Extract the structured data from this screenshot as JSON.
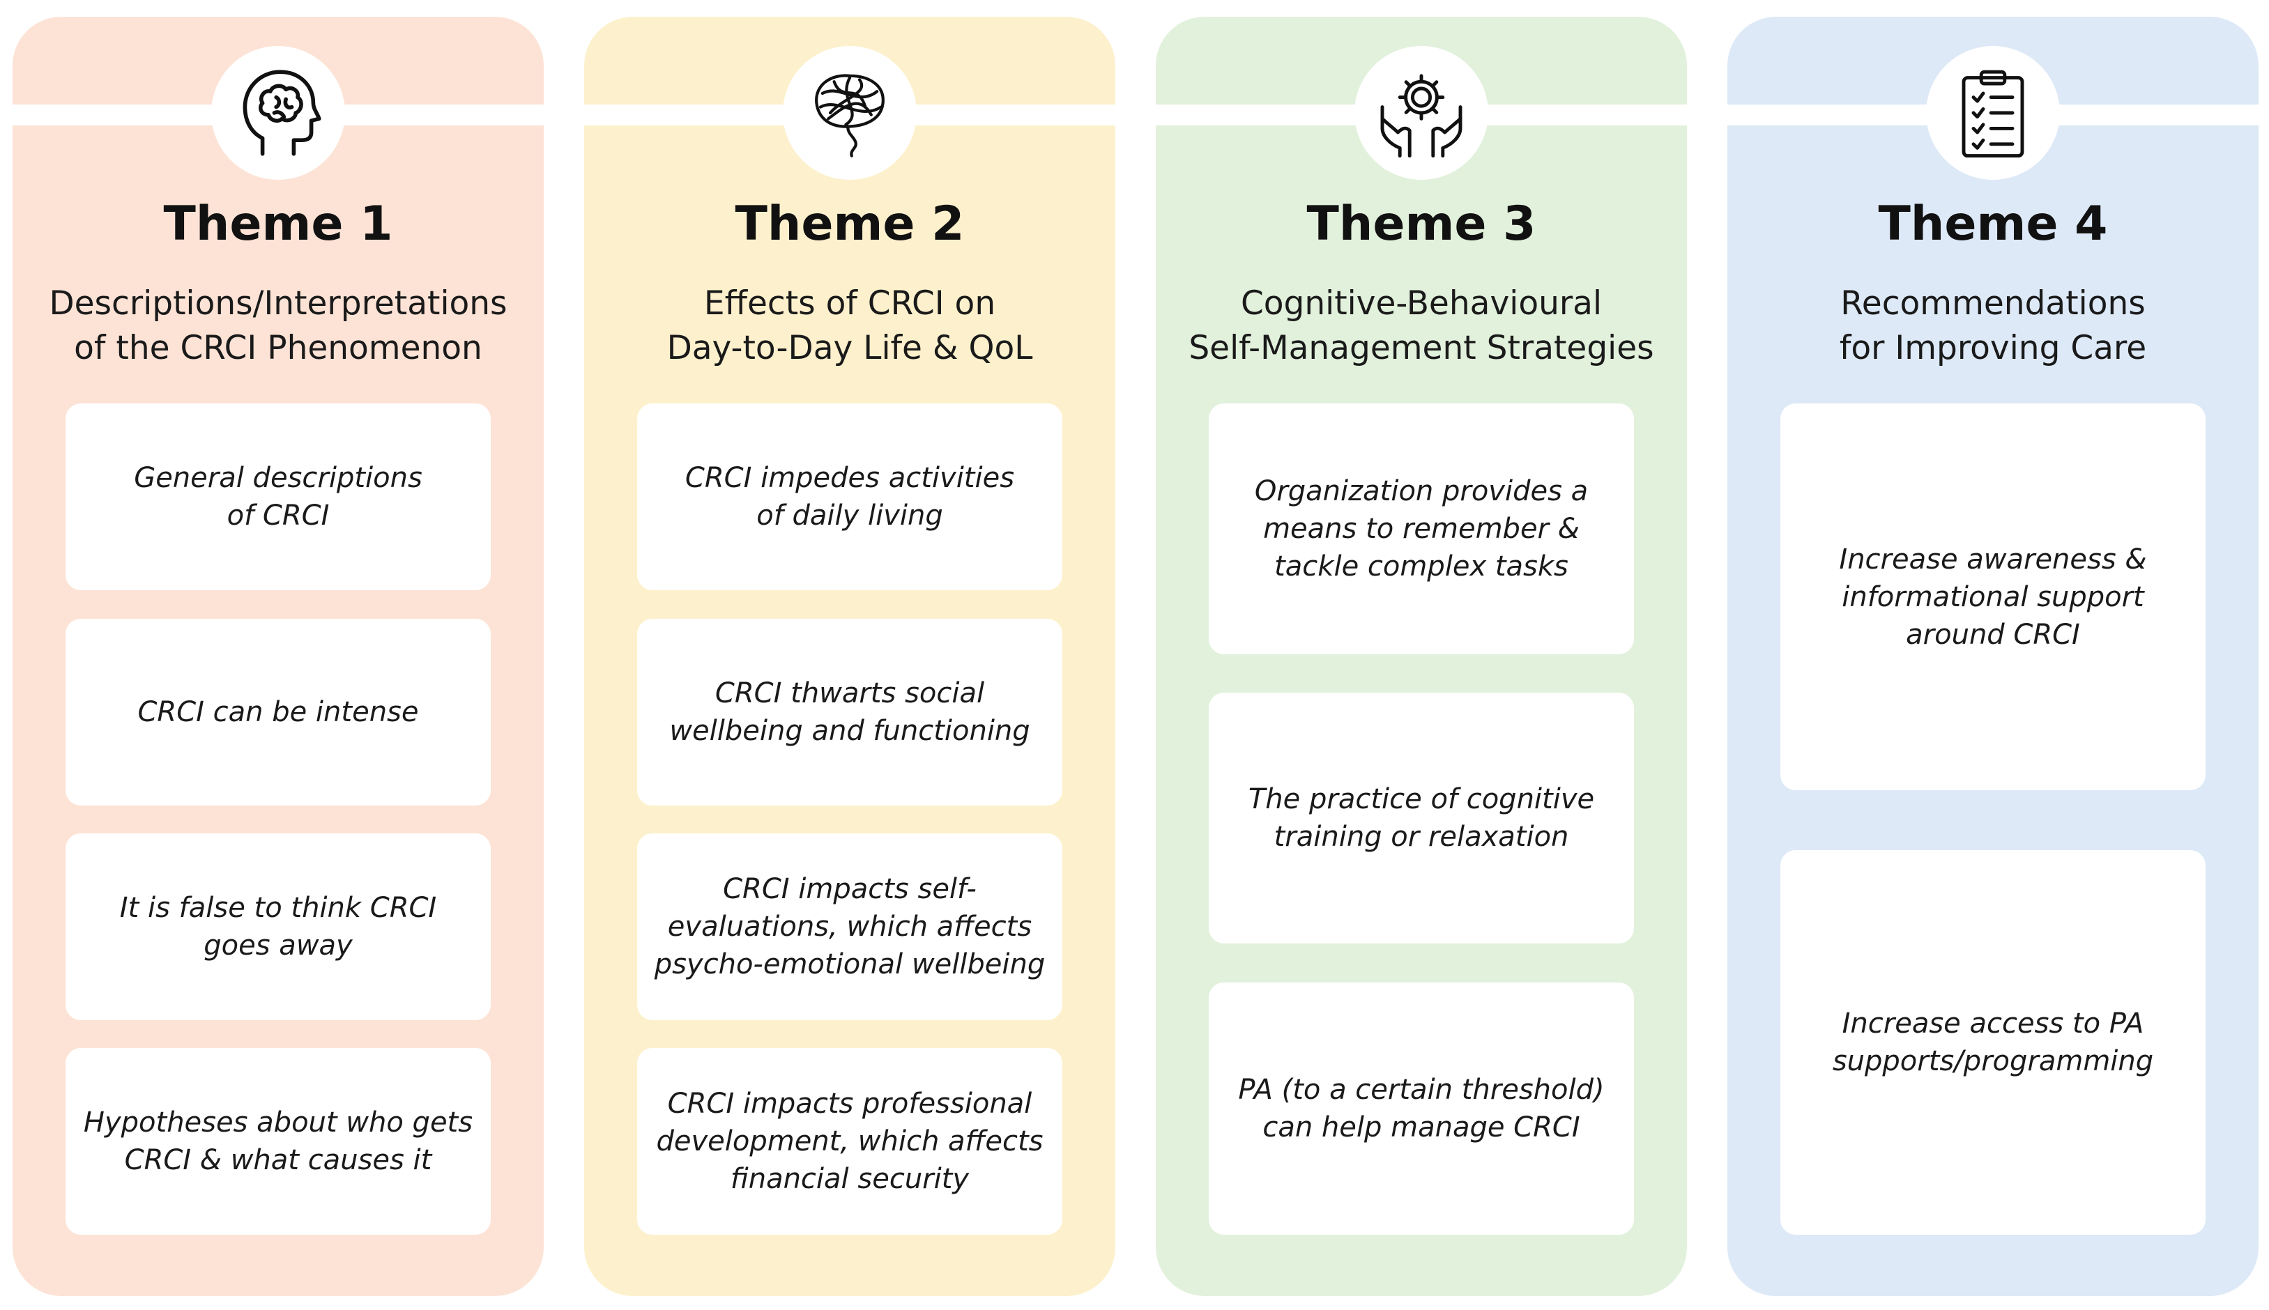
{
  "colors": {
    "theme1": {
      "outer": "#fde3d6",
      "card": "#ffffff"
    },
    "theme2": {
      "outer": "#fdf1cd",
      "card": "#ffffff"
    },
    "theme3": {
      "outer": "#e2f1dc",
      "card": "#ffffff"
    },
    "theme4": {
      "outer": "#dde9f7",
      "card": "#ffffff"
    }
  },
  "themes": [
    {
      "icon": "brain-head-icon",
      "title": "Theme 1",
      "subtitle": [
        "Descriptions/Interpretations",
        "of the CRCI Phenomenon"
      ],
      "items": [
        [
          "General descriptions",
          "of CRCI"
        ],
        [
          "CRCI can be intense"
        ],
        [
          "It is false to think CRCI",
          "goes away"
        ],
        [
          "Hypotheses about who gets",
          "CRCI & what causes it"
        ]
      ]
    },
    {
      "icon": "tangled-brain-icon",
      "title": "Theme 2",
      "subtitle": [
        "Effects of CRCI on",
        "Day-to-Day Life & QoL"
      ],
      "items": [
        [
          "CRCI impedes activities",
          "of daily living"
        ],
        [
          "CRCI thwarts social",
          "wellbeing and functioning"
        ],
        [
          "CRCI impacts self-",
          "evaluations, which affects",
          "psycho-emotional wellbeing"
        ],
        [
          "CRCI impacts professional",
          "development, which affects",
          "financial security"
        ]
      ]
    },
    {
      "icon": "gear-hands-icon",
      "title": "Theme 3",
      "subtitle": [
        "Cognitive-Behavioural",
        "Self-Management Strategies"
      ],
      "items": [
        [
          "Organization provides a",
          "means to remember &",
          "tackle complex tasks"
        ],
        [
          "The practice of cognitive",
          "training or relaxation"
        ],
        [
          "PA (to a certain threshold)",
          "can help manage CRCI"
        ]
      ]
    },
    {
      "icon": "clipboard-checklist-icon",
      "title": "Theme 4",
      "subtitle": [
        "Recommendations",
        "for Improving Care"
      ],
      "items": [
        [
          "Increase awareness &",
          "informational support",
          "around CRCI"
        ],
        [
          "Increase access to PA",
          "supports/programming"
        ]
      ]
    }
  ]
}
